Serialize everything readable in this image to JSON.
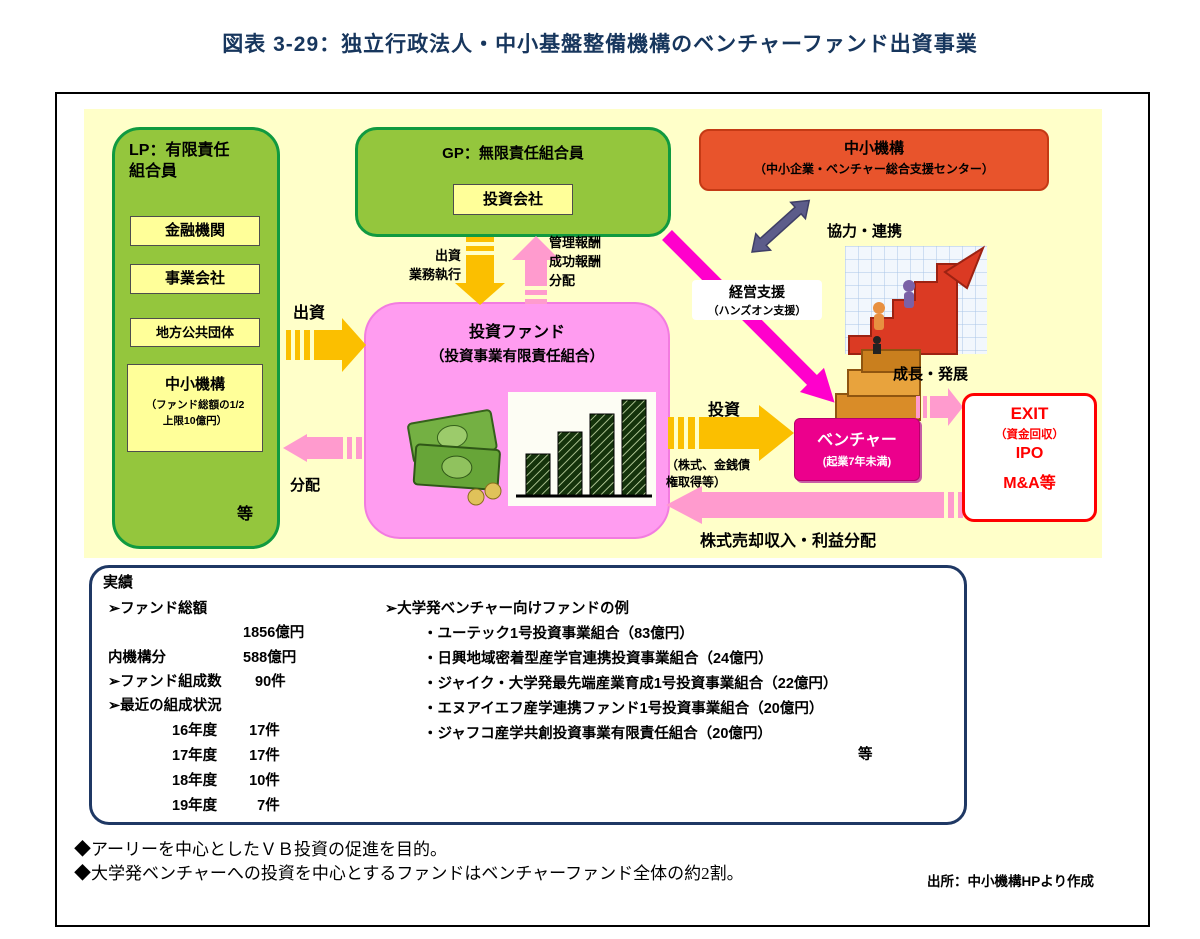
{
  "title": "図表 3-29：独立行政法人・中小基盤整備機構のベンチャーファンド出資事業",
  "colors": {
    "title_navy": "#17365D",
    "green_fill": "#94C63D",
    "green_border": "#109A40",
    "yellow_item": "#FFFF99",
    "orange_fill": "#E8542C",
    "pink_fund": "#FF9CF0",
    "venture_magenta": "#EC008C",
    "exit_red": "#FF0000",
    "arrow_yellow": "#FBBF00",
    "arrow_pink": "#FF9BCE",
    "arrow_magenta": "#FF00CC",
    "arrow_purple": "#5C5C8A",
    "cream_bg": "#FFFFC9",
    "results_border": "#1F3864"
  },
  "diagram": {
    "lp": {
      "title": "LP：有限責任\n組合員",
      "items": [
        "金融機関",
        "事業会社",
        "地方公共団体"
      ],
      "kiko_name": "中小機構",
      "kiko_note": "（ファンド総額の1/2\n上限10億円）",
      "etc": "等"
    },
    "gp": {
      "title": "GP：無限責任組合員",
      "company": "投資会社"
    },
    "kiko": {
      "name": "中小機構",
      "sub": "（中小企業・ベンチャー総合支援センター）"
    },
    "fund": {
      "name": "投資ファンド",
      "sub": "（投資事業有限責任組合）"
    },
    "venture": {
      "name": "ベンチャー",
      "sub": "(起業7年未満)"
    },
    "exit": {
      "name": "EXIT",
      "sub": "（資金回収）",
      "ipo": "IPO",
      "ma": "M&A等"
    },
    "labels": {
      "shusshi": "出資",
      "bunpai": "分配",
      "shusshi_gyomu": "出資\n業務執行",
      "hoshu": "管理報酬\n成功報酬\n分配",
      "kyoryoku": "協力・連携",
      "keiei": "経営支援",
      "keiei_sub": "（ハンズオン支援）",
      "toshi": "投資",
      "toshi_sub": "（株式、金銭債\n権取得等）",
      "seicho": "成長・発展",
      "kabushiki": "株式売却収入・利益分配"
    }
  },
  "results": {
    "heading": "実績",
    "fund_total_label": "➢ファンド総額",
    "fund_total_value": "1856億円",
    "kiko_share_label": "内機構分",
    "kiko_share_value": "588億円",
    "fund_count_label": "➢ファンド組成数",
    "fund_count_value": "90件",
    "recent_label": "➢最近の組成状況",
    "years": [
      {
        "year": "16年度",
        "count": "17件"
      },
      {
        "year": "17年度",
        "count": "17件"
      },
      {
        "year": "18年度",
        "count": "10件"
      },
      {
        "year": "19年度",
        "count": "7件"
      }
    ],
    "univ_heading": "➢大学発ベンチャー向けファンドの例",
    "univ_funds": [
      "・ユーテック1号投資事業組合（83億円）",
      "・日興地域密着型産学官連携投資事業組合（24億円）",
      "・ジャイク・大学発最先端産業育成1号投資事業組合（22億円）",
      "・エヌアイエフ産学連携ファンド1号投資事業組合（20億円）",
      "・ジャフコ産学共創投資事業有限責任組合（20億円）"
    ],
    "etc": "等"
  },
  "notes": [
    "◆アーリーを中心としたＶＢ投資の促進を目的。",
    "◆大学発ベンチャーへの投資を中心とするファンドはベンチャーファンド全体の約2割。"
  ],
  "source": "出所：中小機構HPより作成"
}
